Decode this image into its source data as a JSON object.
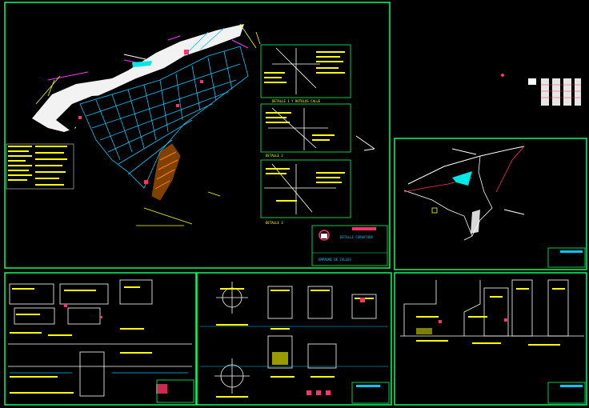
{
  "viewport": {
    "title": ""
  },
  "colors": {
    "background": "#000000",
    "frame": "#00ff66",
    "primary_lines": "#ffffff",
    "parcels": "#00c8ff",
    "annotations": "#ffff00",
    "accents": "#ff3366",
    "magenta": "#ff33ff",
    "orange": "#ff8000",
    "cyan_fill": "#00e5e5"
  },
  "sheets": {
    "main_plan": {
      "title_block_text": "EMPALME DE CALLES",
      "detail_title": "DETALLE CURVATURA"
    },
    "detail_a": {
      "caption": "DETALLE 1 Y ROTULOS CALLE"
    },
    "detail_b": {
      "caption": "DETALLE 2"
    },
    "detail_c": {
      "caption": "DETALLE 3"
    },
    "location_plan": {
      "caption": ""
    },
    "sections_left": {
      "caption": ""
    },
    "sections_mid": {
      "caption": ""
    },
    "sections_right": {
      "caption": ""
    }
  },
  "icons": [
    "north-arrow-icon",
    "logo-stamp-icon"
  ]
}
